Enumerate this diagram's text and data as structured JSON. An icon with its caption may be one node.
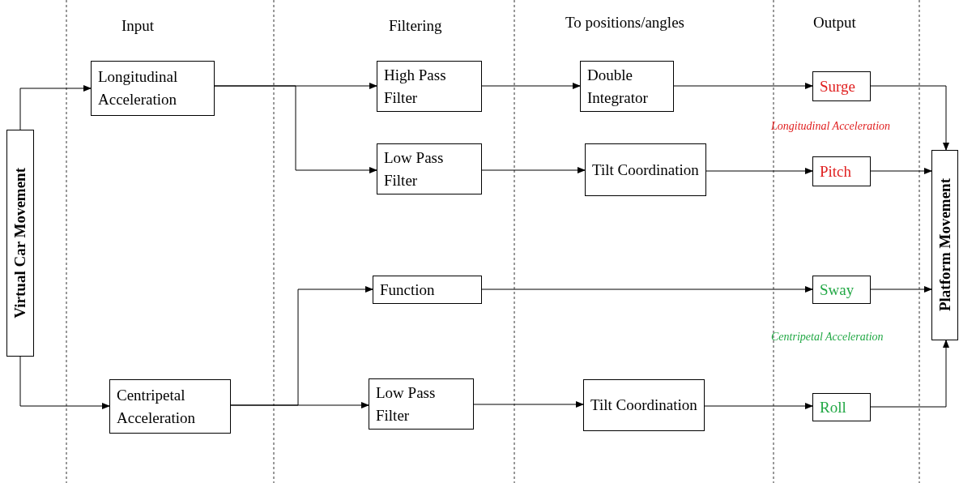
{
  "diagram": {
    "nodes": [
      {
        "text": [
          "Virtual Car Movement"
        ]
      },
      {
        "text": [
          "Longitudinal Acceleration"
        ]
      },
      {
        "text": [
          "Centripetal Acceleration"
        ]
      },
      {
        "text": [
          "High Pass Filter"
        ]
      },
      {
        "text": [
          "Low Pass Filter"
        ]
      },
      {
        "text": [
          "Function"
        ]
      },
      {
        "text": [
          "Low Pass Filter"
        ]
      },
      {
        "text": [
          "Double Integrator"
        ]
      },
      {
        "text": [
          "Tilt Coordination"
        ]
      },
      {
        "text": [
          "Tilt Coordination"
        ]
      },
      {
        "text": [
          "Surge"
        ]
      },
      {
        "text": [
          "Pitch"
        ]
      },
      {
        "text": [
          "Sway"
        ]
      },
      {
        "text": [
          "Roll"
        ]
      },
      {
        "text": [
          "Platform Movement"
        ]
      }
    ],
    "edges": [
      {
        "from": 0,
        "to": 1,
        "arrow": "to"
      },
      {
        "from": 0,
        "to": 2,
        "arrow": "to"
      },
      {
        "from": 1,
        "to": 3,
        "arrow": "to"
      },
      {
        "from": 1,
        "to": 4,
        "arrow": "to"
      },
      {
        "from": 2,
        "to": 5,
        "arrow": "to"
      },
      {
        "from": 2,
        "to": 6,
        "arrow": "to"
      },
      {
        "from": 3,
        "to": 7,
        "arrow": "to"
      },
      {
        "from": 4,
        "to": 8,
        "arrow": "to"
      },
      {
        "from": 6,
        "to": 9,
        "arrow": "to"
      },
      {
        "from": 7,
        "to": 10,
        "arrow": "to"
      },
      {
        "from": 8,
        "to": 11,
        "arrow": "to"
      },
      {
        "from": 5,
        "to": 12,
        "arrow": "to"
      },
      {
        "from": 9,
        "to": 13,
        "arrow": "to"
      },
      {
        "from": 10,
        "to": 14,
        "arrow": "to"
      },
      {
        "from": 11,
        "to": 14,
        "arrow": "to"
      },
      {
        "from": 12,
        "to": 14,
        "arrow": "to"
      },
      {
        "from": 13,
        "to": 14,
        "arrow": "to"
      }
    ],
    "labels": [
      "Input",
      "Filtering",
      "To positions/angles",
      "Output",
      "Longitudinal Acceleration",
      "Centripetal Acceleration"
    ]
  }
}
